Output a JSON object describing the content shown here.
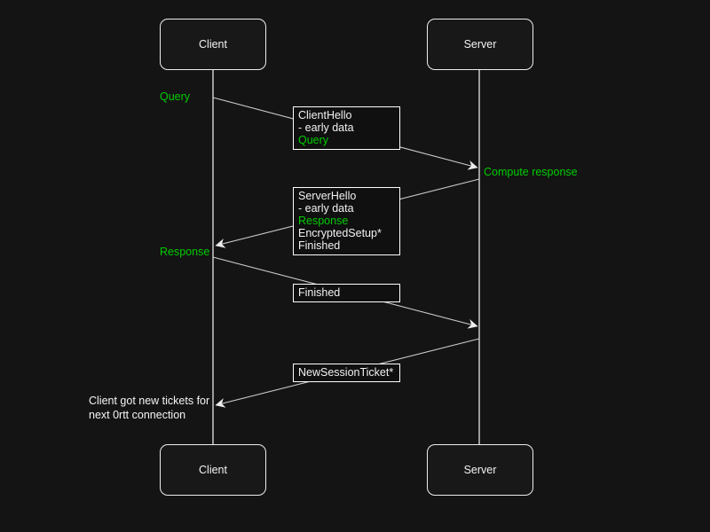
{
  "diagram": {
    "kind": "sequence-diagram",
    "colors": {
      "background": "#141414",
      "accent_green": "#00CC00",
      "line": "#c9c9c9",
      "box_border": "#ffffff",
      "text": "#f2f2f2"
    },
    "actors": {
      "top": [
        {
          "label": "Client"
        },
        {
          "label": "Server"
        }
      ],
      "bottom": [
        {
          "label": "Client"
        },
        {
          "label": "Server"
        }
      ]
    },
    "side_labels": {
      "query": {
        "text": "Query",
        "color": "#00CC00"
      },
      "compute_response": {
        "text": "Compute response",
        "color": "#00CC00"
      },
      "response": {
        "text": "Response",
        "color": "#00CC00"
      }
    },
    "note": {
      "line1": "Client got new tickets for",
      "line2": "next 0rtt connection"
    },
    "messages": [
      {
        "id": "clienthello",
        "direction": "client-to-server",
        "lines": [
          {
            "text": "ClientHello",
            "color": "white"
          },
          {
            "text": "- early data",
            "color": "white"
          },
          {
            "text": "Query",
            "color": "green"
          }
        ]
      },
      {
        "id": "serverhello",
        "direction": "server-to-client",
        "lines": [
          {
            "text": "ServerHello",
            "color": "white"
          },
          {
            "text": "- early data",
            "color": "white"
          },
          {
            "text": "Response",
            "color": "green"
          },
          {
            "text": "EncryptedSetup*",
            "color": "white"
          },
          {
            "text": "Finished",
            "color": "white"
          }
        ]
      },
      {
        "id": "finished",
        "direction": "client-to-server",
        "lines": [
          {
            "text": "Finished",
            "color": "white"
          }
        ]
      },
      {
        "id": "newsessionticket",
        "direction": "server-to-client",
        "lines": [
          {
            "text": "NewSessionTicket*",
            "color": "white"
          }
        ]
      }
    ]
  }
}
